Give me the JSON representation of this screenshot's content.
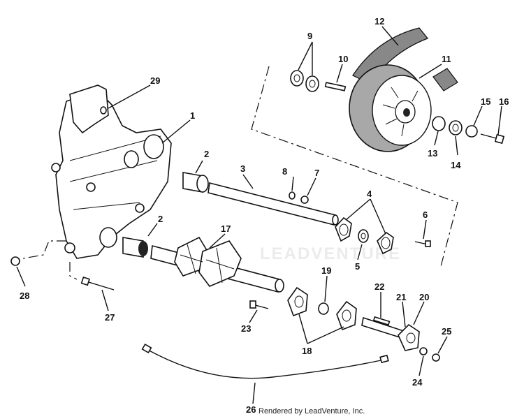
{
  "diagram": {
    "callouts": [
      "1",
      "2",
      "2",
      "3",
      "4",
      "5",
      "6",
      "7",
      "8",
      "9",
      "10",
      "11",
      "12",
      "13",
      "14",
      "15",
      "16",
      "17",
      "18",
      "19",
      "20",
      "21",
      "22",
      "23",
      "24",
      "25",
      "26",
      "27",
      "28",
      "29"
    ]
  },
  "footer": {
    "credit": "Rendered by LeadVenture, Inc."
  },
  "watermark": {
    "text": "LEADVENTURE"
  }
}
